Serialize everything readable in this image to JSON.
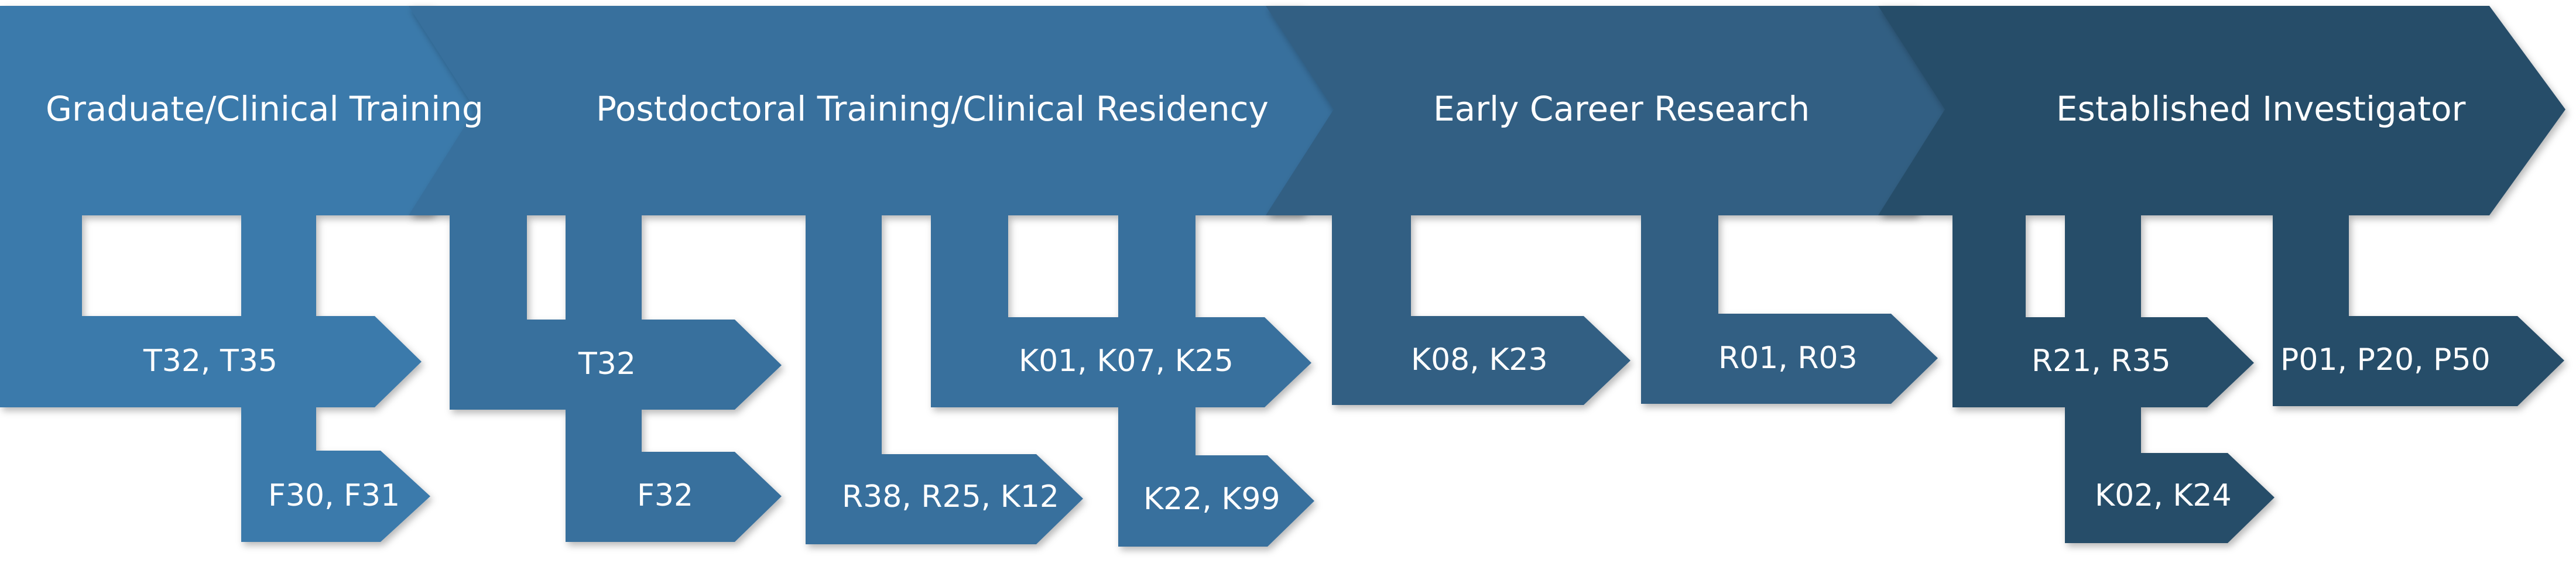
{
  "colors": {
    "stage_1": "#3b7aab",
    "stage_2": "#376f9d",
    "stage_3": "#305e83",
    "stage_4": "#284d69",
    "text": "#ffffff"
  },
  "stages": [
    {
      "label": "Graduate/Clinical Training"
    },
    {
      "label": "Postdoctoral Training/Clinical Residency"
    },
    {
      "label": "Early Career Research"
    },
    {
      "label": "Established Investigator"
    }
  ],
  "grants": {
    "g1": "T32, T35",
    "g2": "F30, F31",
    "g3": "T32",
    "g4": "F32",
    "g5": "R38, R25, K12",
    "g6": "K01, K07, K25",
    "g7": "K22, K99",
    "g8": "K08, K23",
    "g9": "R01, R03",
    "g10": "R21, R35",
    "g11": "K02, K24",
    "g12": "P01, P20, P50"
  }
}
